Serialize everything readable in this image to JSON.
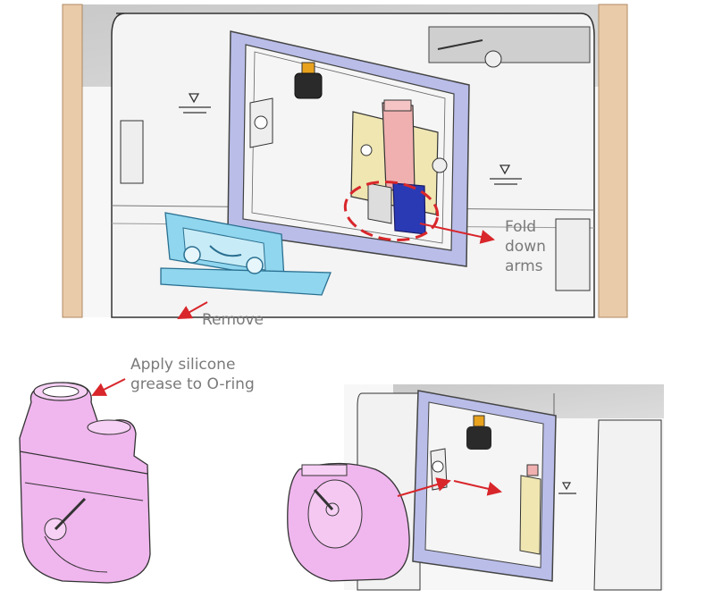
{
  "labels": {
    "fold_line1": "Fold",
    "fold_line2": "down",
    "fold_line3": "arms",
    "remove": "Remove",
    "apply_line1": "Apply silicone",
    "apply_line2": "grease to O-ring"
  },
  "colors": {
    "arrow": "#d8262b",
    "frame": "#b9bde8",
    "bracket": "#8fd6ee",
    "part": "#f0b6ee",
    "wood": "#e9cba9",
    "label": "#7a7a7a"
  }
}
